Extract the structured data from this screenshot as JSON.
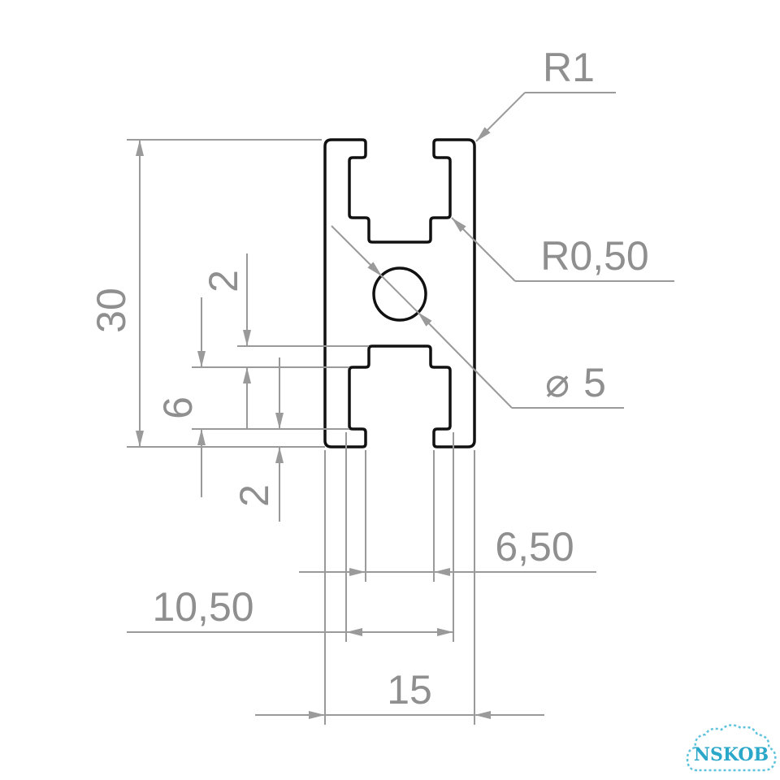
{
  "diagram": {
    "dimensions": {
      "height": "30",
      "width": "15",
      "slot_opening": "6,50",
      "slot_inner": "10,50",
      "slot_depth": "6",
      "wall_top": "2",
      "wall_bottom": "2",
      "corner_radius": "R1",
      "inner_radius": "R0,50",
      "hole_diameter_symbol": "⌀",
      "hole_diameter": "5"
    },
    "logo": {
      "text": "NSKOB"
    },
    "colors": {
      "dimension": "#9a9a9a",
      "profile": "#111111",
      "logo": "#2aa7c9"
    }
  }
}
